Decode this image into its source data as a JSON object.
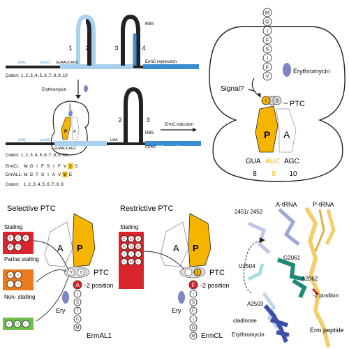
{
  "panel_a": {
    "stem_numbers": [
      "1",
      "2",
      "3",
      "4"
    ],
    "rbs_label": "RBS",
    "ermcl_label": "ermCL",
    "ermc_label": "ermC",
    "aug_label": "AUG",
    "seq_label": "GUAAUCAGC",
    "repression_label": "ErmC repression",
    "codon_label": "Codon:",
    "codon_numbers": "1..2..3..4..5..6..7..8..9..10",
    "drug_label": "Erythromycin",
    "induction_label": "ErmC induction",
    "uaa_label": "UAA",
    "rbs2_label": "RBS",
    "seq2_label": "GUAAUCAGC",
    "aug2_label": "AUG",
    "ggag_label": "GGAG",
    "p_label": "P",
    "a_label": "A",
    "ermcl_seq_label": "ErmCL:",
    "ermcl_seq": [
      "M",
      "G",
      "I",
      "F",
      "S",
      "I",
      "F",
      "V",
      "I",
      "S"
    ],
    "ermal1_seq_label": "ErmAL1:",
    "ermal1_seq": [
      "M",
      "C",
      "T",
      "S",
      "I",
      "A",
      "V",
      "V",
      "E"
    ],
    "codon_numbers2": "1..2..3..4..5..6..7..8..9",
    "codon_label2": "Codon:"
  },
  "panel_b": {
    "nascent_chain": [
      "M",
      "G",
      "I",
      "F",
      "S",
      "I",
      "F",
      "V"
    ],
    "i_label": "I",
    "s_label": "S",
    "drug_label": "Erythromycin",
    "signal_label": "Signal?",
    "ptc_label": "PTC",
    "p_label": "P",
    "a_label": "A",
    "codon1": "GUA",
    "codon2": "AUC",
    "codon3": "AGC",
    "num1": "8",
    "num2": "9",
    "num3": "10"
  },
  "panel_c": {
    "title": "Selective PTC",
    "stalling_label": "Stalling",
    "stalling_aas": [
      "E",
      "D",
      "K",
      "R",
      "H"
    ],
    "partial_label": "Partial stalling",
    "partial_aas": [
      "W",
      "Y",
      "I",
      "V"
    ],
    "nonstalling_label": "Non- stalling",
    "nonstalling_aas": [
      "F",
      "M",
      "C"
    ],
    "p_label": "P",
    "a_label": "A",
    "ptc_label": "PTC",
    "minus2_aa": "A",
    "minus2_label": "-2 position",
    "question": "?",
    "drug_label": "Ery",
    "chain_tail": [
      "I",
      "S",
      "T",
      "C",
      "M"
    ],
    "peptide_label": "ErmAL1"
  },
  "panel_d": {
    "title": "Restrictive PTC",
    "stalling_label": "Stalling",
    "stalling_aas": [
      "E",
      "D",
      "K",
      "R",
      "H",
      "W",
      "Y",
      "I",
      "V",
      "F",
      "M",
      "C"
    ],
    "p_label": "P",
    "a_label": "A",
    "ptc_label": "PTC",
    "i_label": "I",
    "minus2_aa": "F",
    "minus2_label": "-2 position",
    "drug_label": "Ery",
    "chain_tail": [
      "I",
      "S",
      "F",
      "I",
      "G",
      "M"
    ],
    "peptide_label": "ErmCL"
  },
  "panel_e": {
    "atrna_label": "A-tRNA",
    "ptrna_label": "P-tRNA",
    "pos2451_label": "2451/ 2452",
    "g2061_label": "G2061",
    "u2504_label": "U2504",
    "a2062_label": "A2062",
    "minus2_label": "-2 position",
    "a2503_label": "A2503",
    "cladinose_label": "cladinose",
    "erythro_label": "Erythromycin",
    "erm_label": "Erm peptide"
  },
  "colors": {
    "gold": "#f4b400",
    "light_blue": "#9fc9ea",
    "blue_bar": "#3b8ed2",
    "red": "#d9252b",
    "orange": "#ec7a1c",
    "green": "#6dbf4b",
    "drug": "#7d86c4"
  }
}
